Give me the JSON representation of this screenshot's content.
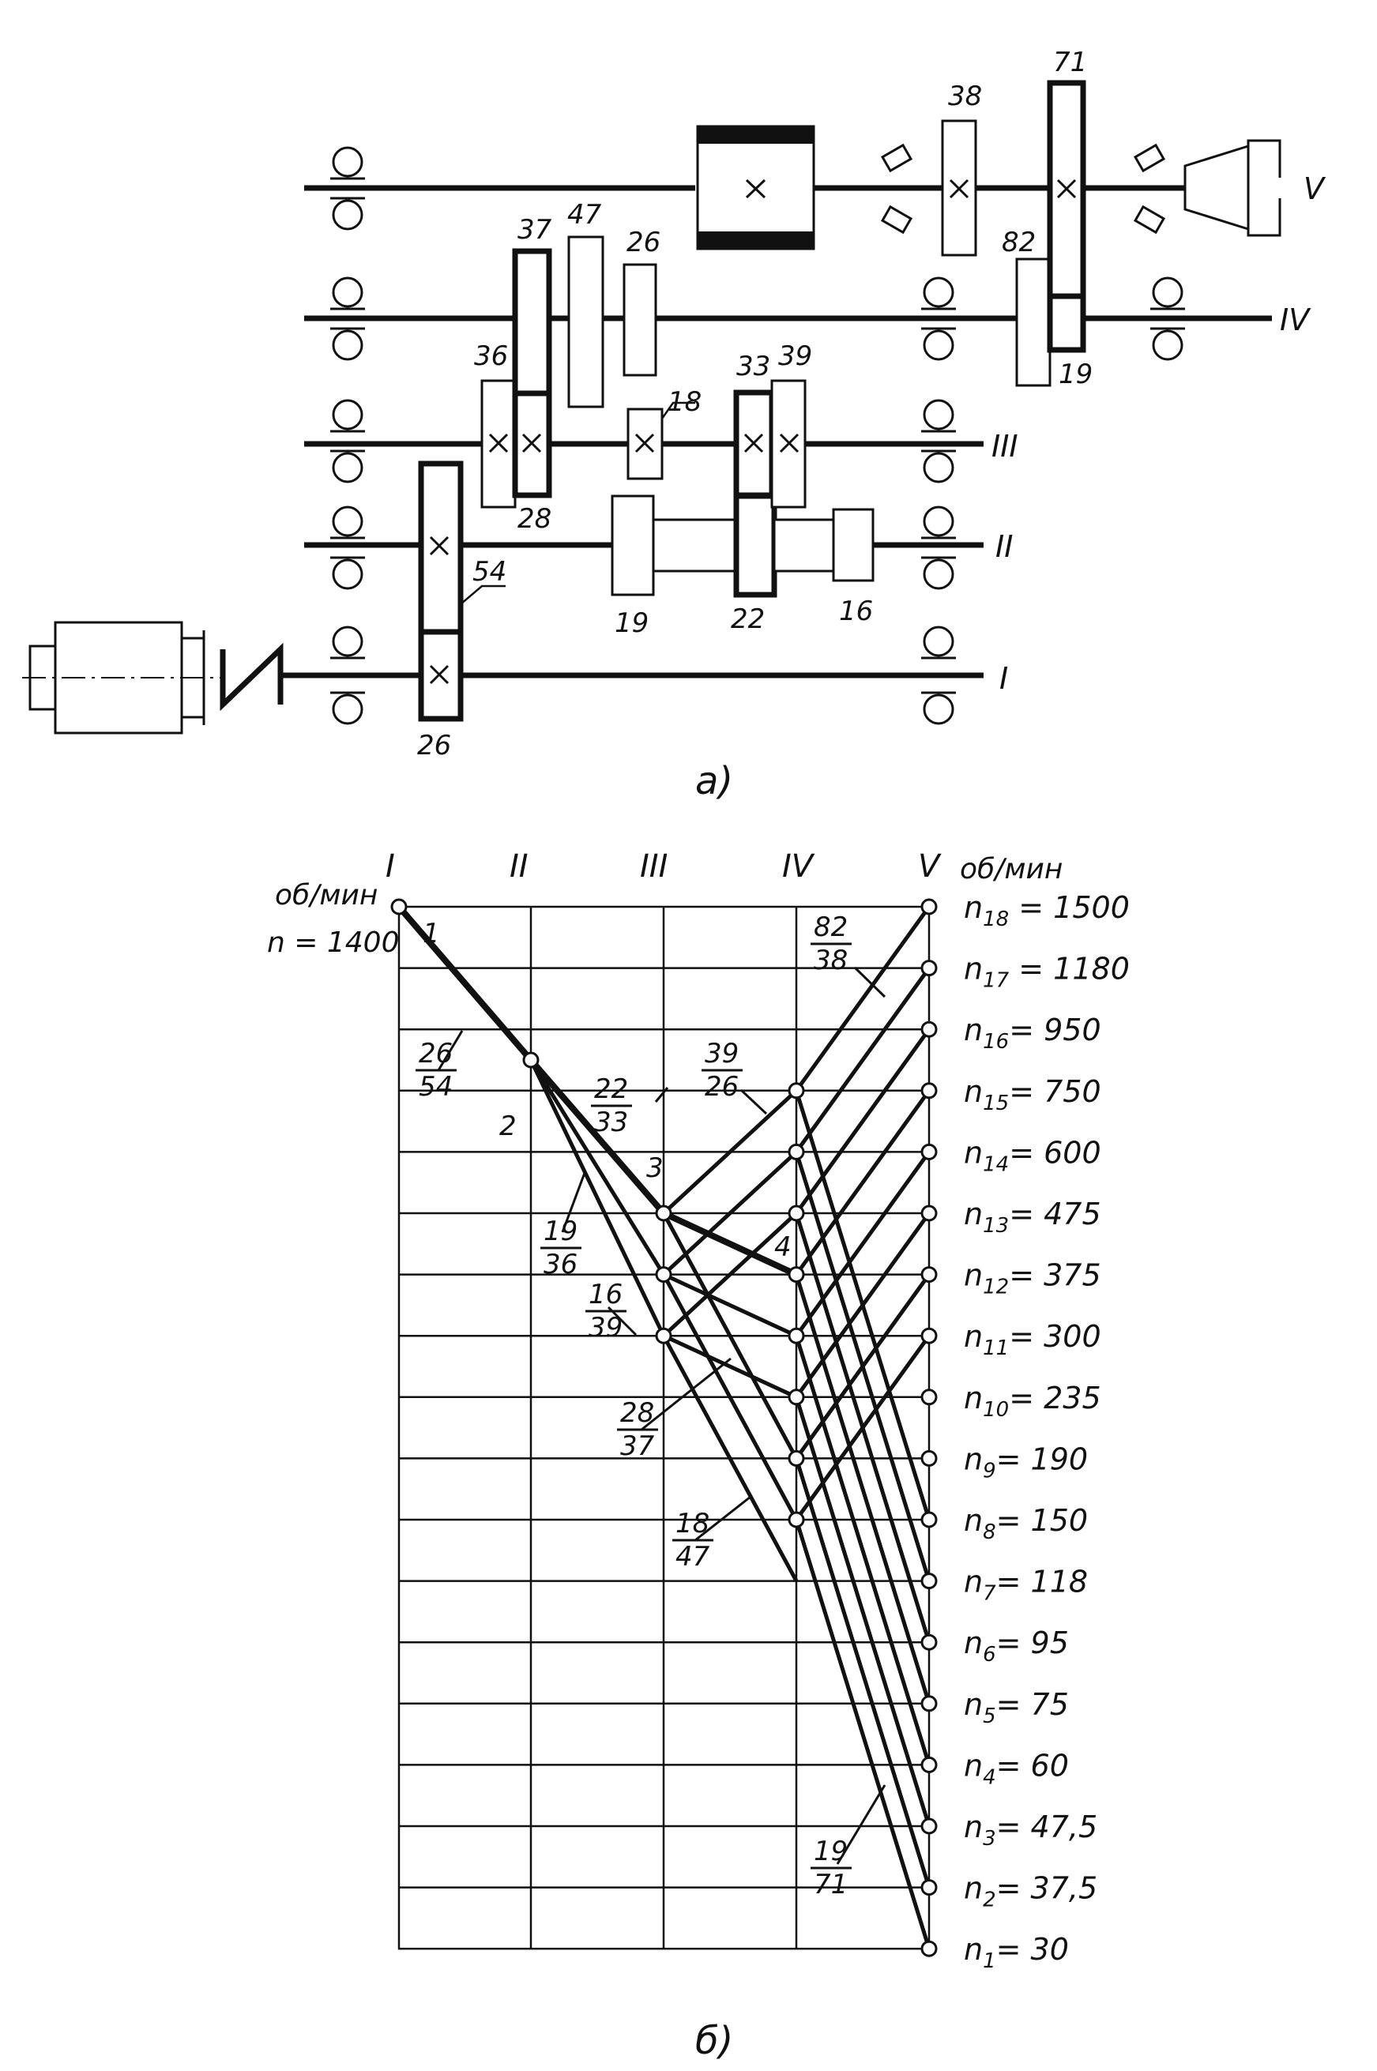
{
  "scheme": {
    "caption": "а)",
    "shaft_labels": [
      "I",
      "II",
      "III",
      "IV",
      "V"
    ],
    "gear_labels": {
      "g26_I": "26",
      "g54_II": "54",
      "g19_II": "19",
      "g22_II": "22",
      "g16_II": "16",
      "g36_III": "36",
      "g28_III": "28",
      "g18_III": "18",
      "g33_III": "33",
      "g39_III": "39",
      "g37_IV": "37",
      "g47_IV": "47",
      "g26_IV": "26",
      "g82_IV": "82",
      "g19_IV": "19",
      "g38_V": "38",
      "g71_V": "71"
    }
  },
  "chart": {
    "caption": "б)",
    "unit_left": "об/мин",
    "unit_right": "об/мин",
    "input_speed": "n = 1400",
    "column_labels": [
      "I",
      "II",
      "III",
      "IV",
      "V"
    ],
    "node_numbers": [
      "1",
      "2",
      "3",
      "4"
    ],
    "ratios": [
      {
        "num": "26",
        "den": "54"
      },
      {
        "num": "22",
        "den": "33"
      },
      {
        "num": "19",
        "den": "36"
      },
      {
        "num": "16",
        "den": "39"
      },
      {
        "num": "39",
        "den": "26"
      },
      {
        "num": "28",
        "den": "37"
      },
      {
        "num": "18",
        "den": "47"
      },
      {
        "num": "82",
        "den": "38"
      },
      {
        "num": "19",
        "den": "71"
      }
    ],
    "speed_labels": [
      {
        "sub": "18",
        "text": " = 1500"
      },
      {
        "sub": "17",
        "text": " = 1180"
      },
      {
        "sub": "16",
        "text": "= 950"
      },
      {
        "sub": "15",
        "text": "= 750"
      },
      {
        "sub": "14",
        "text": "= 600"
      },
      {
        "sub": "13",
        "text": "= 475"
      },
      {
        "sub": "12",
        "text": "= 375"
      },
      {
        "sub": "11",
        "text": "= 300"
      },
      {
        "sub": "10",
        "text": "= 235"
      },
      {
        "sub": "9",
        "text": "= 190"
      },
      {
        "sub": "8",
        "text": "= 150"
      },
      {
        "sub": "7",
        "text": "= 118"
      },
      {
        "sub": "6",
        "text": "= 95"
      },
      {
        "sub": "5",
        "text": "= 75"
      },
      {
        "sub": "4",
        "text": "= 60"
      },
      {
        "sub": "3",
        "text": "= 47,5"
      },
      {
        "sub": "2",
        "text": "= 37,5"
      },
      {
        "sub": "1",
        "text": "= 30"
      }
    ]
  }
}
